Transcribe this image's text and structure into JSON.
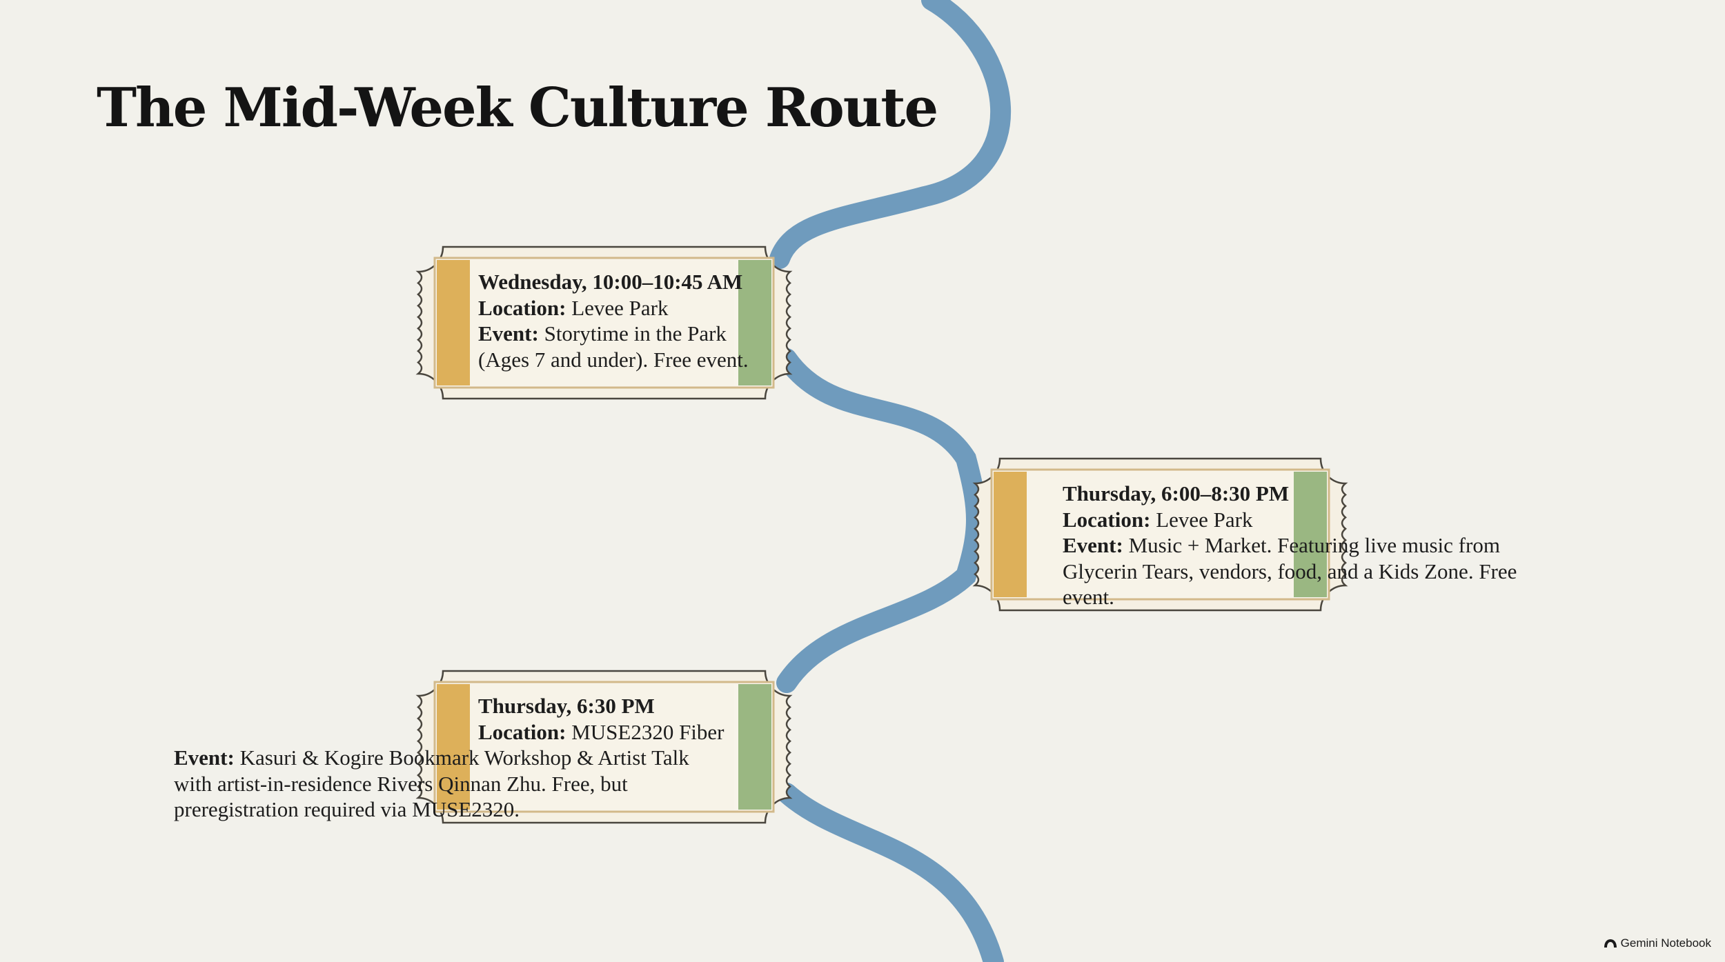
{
  "title": "The Mid-Week Culture Route",
  "labels": {
    "location": "Location:",
    "event": "Event:"
  },
  "events": [
    {
      "when": "Wednesday, 10:00–10:45 AM",
      "location": "Levee Park",
      "event": "Storytime in the Park (Ages 7 and under). Free event."
    },
    {
      "when": "Thursday, 6:00–8:30 PM",
      "location": "Levee Park",
      "event": "Music + Market. Featuring live music from Glycerin Tears, vendors, food, and a Kids Zone. Free event."
    },
    {
      "when": "Thursday, 6:30 PM",
      "location": "MUSE2320 Fiber",
      "event": "Kasuri & Kogire Bookmark Workshop & Artist Talk with artist-in-residence Rivers Qinnan Zhu. Free, but preregistration required via MUSE2320."
    }
  ],
  "footer": {
    "brand": "Gemini Notebook",
    "icon": "gemini-notebook-logo-icon"
  },
  "colors": {
    "background": "#f2f1eb",
    "river": "#6f9bbd",
    "ticket_paper": "#f5f0e3",
    "ticket_border": "#4a463e",
    "stub_gold": "#d9a84a",
    "stub_green": "#8aab70"
  }
}
